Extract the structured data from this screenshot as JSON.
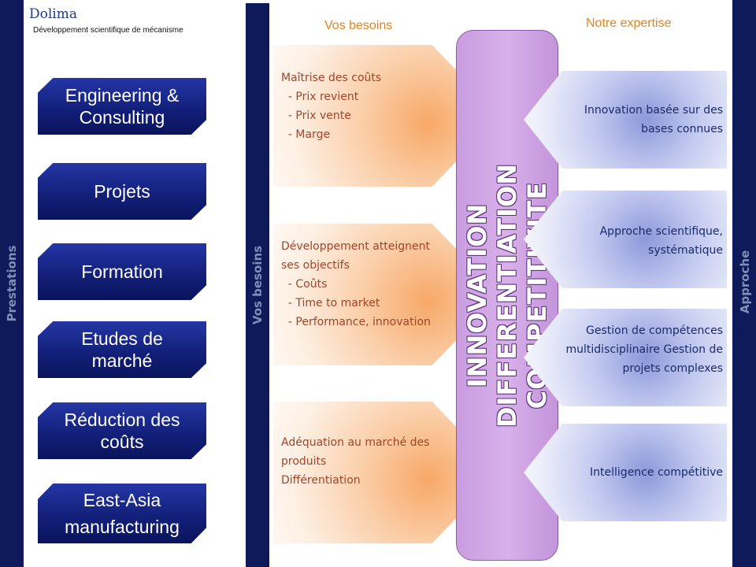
{
  "header": {
    "brand": "Dolima",
    "tagline": "Développement scientifique de mécanisme"
  },
  "side_labels": {
    "left": "Prestations",
    "middle": "Vos besoins",
    "right": "Approche"
  },
  "services": [
    {
      "label": "Engineering & Consulting"
    },
    {
      "label": "Projets"
    },
    {
      "label": "Formation"
    },
    {
      "label": "Etudes de marché"
    },
    {
      "label": "Réduction des coûts"
    },
    {
      "label_line1": "East-Asia",
      "label_line2": "manufacturing"
    }
  ],
  "columns": {
    "needs_title": "Vos besoins",
    "expertise_title": "Notre expertise"
  },
  "needs": [
    {
      "text": "Maîtrise des coûts\n  - Prix revient\n  - Prix vente\n  - Marge"
    },
    {
      "text": "Développement atteignent\nses objectifs\n  - Coûts\n  - Time to market\n  - Performance, innovation"
    },
    {
      "text": "Adéquation au marché des\nproduits\nDifférentiation"
    }
  ],
  "pillar": {
    "line1": "INNOVATION",
    "line2": "DIFFERENTIATION",
    "line3": "COMPETITIVITE"
  },
  "expertise": [
    {
      "text": "Innovation basée sur des bases connues"
    },
    {
      "text": "Approche scientifique, systématique"
    },
    {
      "text": "Gestion de compétences multidisciplinaire Gestion de projets complexes"
    },
    {
      "text": "Intelligence compétitive"
    }
  ],
  "colors": {
    "navy": "#0e1a5a",
    "needs_text": "#a0452a",
    "column_title": "#e2831f",
    "pillar": "#d7b0e9"
  }
}
